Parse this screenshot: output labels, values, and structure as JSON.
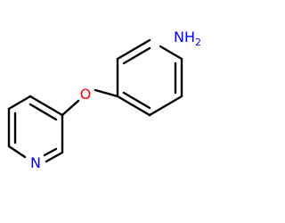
{
  "molecule": {
    "labels": {
      "amine": "NH",
      "amine_subscript": "2",
      "ether_oxygen": "O",
      "pyridine_nitrogen": "N"
    },
    "colors": {
      "bond": "#000000",
      "oxygen": "#ff0000",
      "nitrogen": "#0000ff",
      "background": "#ffffff"
    }
  }
}
